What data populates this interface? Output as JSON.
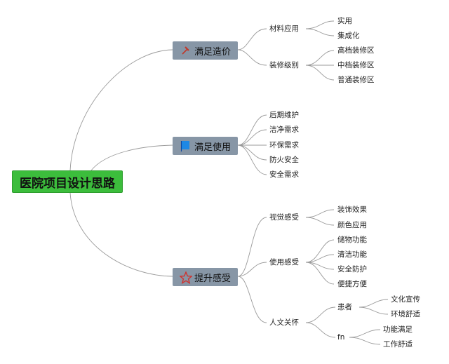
{
  "root": {
    "label": "医院项目设计思路"
  },
  "branches": [
    {
      "label": "满足造价",
      "icon": "hammer-icon",
      "children": [
        {
          "label": "材料应用",
          "children": [
            {
              "label": "实用"
            },
            {
              "label": "集成化"
            }
          ]
        },
        {
          "label": "装修级别",
          "children": [
            {
              "label": "高档装修区"
            },
            {
              "label": "中档装修区"
            },
            {
              "label": "普通装修区"
            }
          ]
        }
      ]
    },
    {
      "label": "满足使用",
      "icon": "blue-flag-icon",
      "children": [
        {
          "label": "后期维护"
        },
        {
          "label": "洁净需求"
        },
        {
          "label": "环保需求"
        },
        {
          "label": "防火安全"
        },
        {
          "label": "安全需求"
        }
      ]
    },
    {
      "label": "提升感受",
      "icon": "star-outline-icon",
      "children": [
        {
          "label": "视觉感受",
          "children": [
            {
              "label": "装饰效果"
            },
            {
              "label": "颜色应用"
            }
          ]
        },
        {
          "label": "使用感受",
          "children": [
            {
              "label": "储物功能"
            },
            {
              "label": "清洁功能"
            },
            {
              "label": "安全防护"
            },
            {
              "label": "便捷方便"
            }
          ]
        },
        {
          "label": "人文关怀",
          "children": [
            {
              "label": "患者",
              "children": [
                {
                  "label": "文化宣传"
                },
                {
                  "label": "环境舒适"
                }
              ]
            },
            {
              "label": "fn",
              "children": [
                {
                  "label": "功能满足"
                },
                {
                  "label": "工作舒适"
                }
              ]
            }
          ]
        }
      ]
    }
  ]
}
